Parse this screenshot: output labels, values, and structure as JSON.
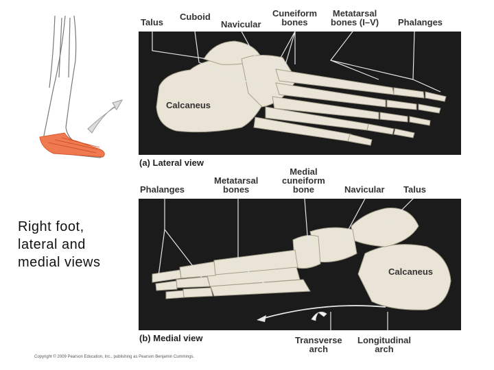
{
  "side_text": {
    "line1": "Right foot,",
    "line2": "lateral and",
    "line3": "medial views"
  },
  "lateral": {
    "labels": {
      "talus": "Talus",
      "cuboid": "Cuboid",
      "navicular": "Navicular",
      "cuneiform_1": "Cuneiform",
      "cuneiform_2": "bones",
      "metatarsal_1": "Metatarsal",
      "metatarsal_2": "bones (I–V)",
      "phalanges": "Phalanges",
      "calcaneus": "Calcaneus"
    },
    "caption_letter": "(a)",
    "caption_text": "Lateral view"
  },
  "medial": {
    "labels": {
      "phalanges": "Phalanges",
      "metatarsal_1": "Metatarsal",
      "metatarsal_2": "bones",
      "medial_cuneiform_1": "Medial",
      "medial_cuneiform_2": "cuneiform",
      "medial_cuneiform_3": "bone",
      "navicular": "Navicular",
      "talus": "Talus",
      "calcaneus": "Calcaneus",
      "transverse_1": "Transverse",
      "transverse_2": "arch",
      "longitudinal_1": "Longitudinal",
      "longitudinal_2": "arch"
    },
    "caption_letter": "(b)",
    "caption_text": "Medial view"
  },
  "copyright": "Copyright © 2009 Pearson Education, Inc., publishing as Pearson Benjamin Cummings.",
  "colors": {
    "photo_bg": "#1b1b1b",
    "bone": "#e9e4d6",
    "highlight": "#f07a4f",
    "arrow": "#9a9a9a"
  }
}
